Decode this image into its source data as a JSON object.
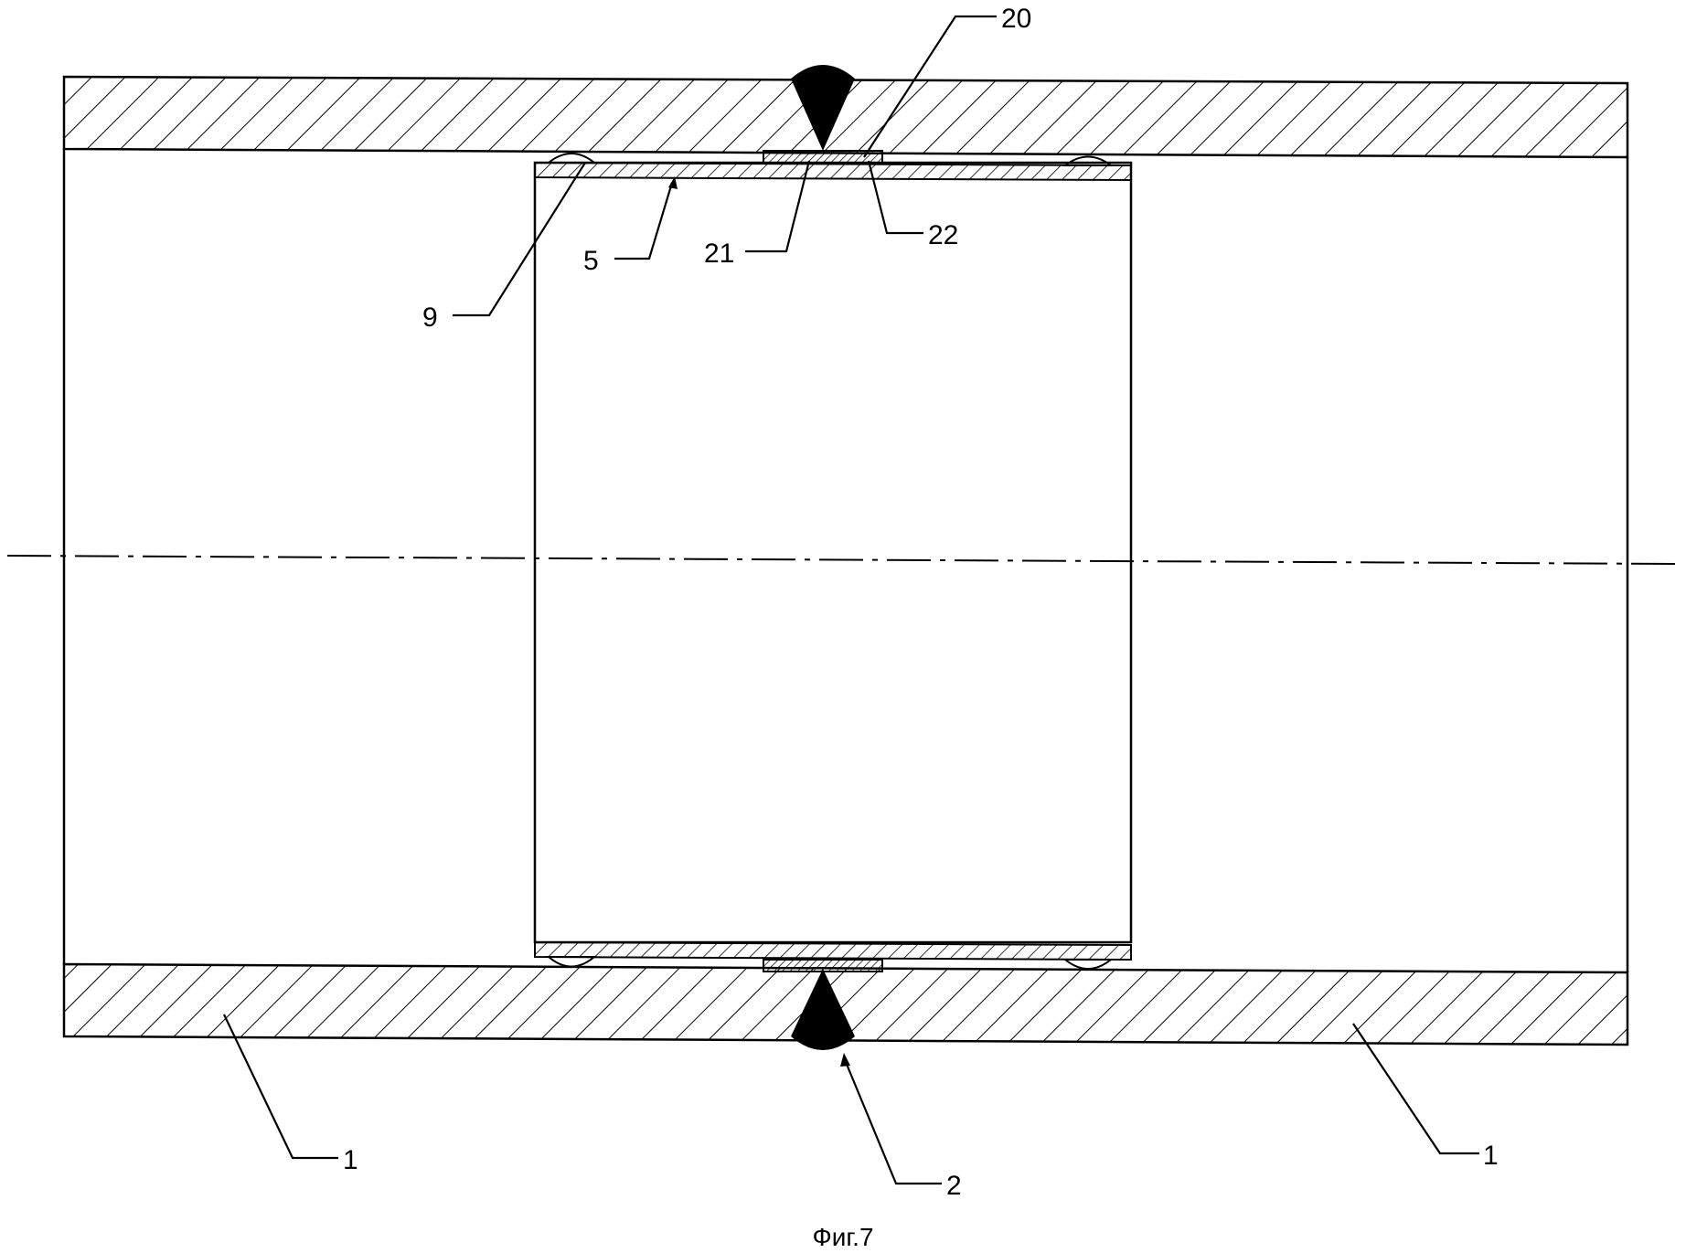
{
  "drawing": {
    "caption": "Фиг.7",
    "labels": {
      "l20": "20",
      "l21": "21",
      "l22": "22",
      "l5": "5",
      "l9": "9",
      "l1_left": "1",
      "l1_right": "1",
      "l2": "2"
    }
  },
  "colors": {
    "line": "#000000",
    "background": "#ffffff"
  }
}
